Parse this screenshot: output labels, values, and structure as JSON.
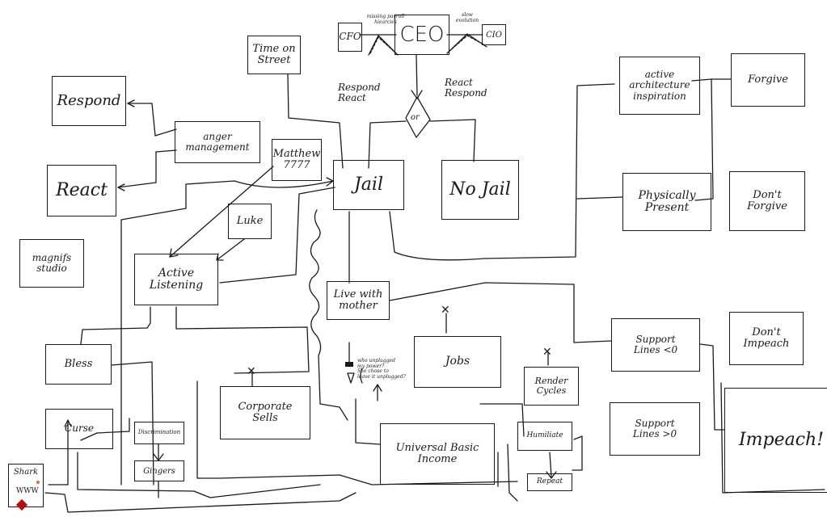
{
  "diagram": {
    "nodes": {
      "cfo": "CFO",
      "ceo": "CEO",
      "cio": "CIO",
      "time_on_street": "Time on\nStreet",
      "respond": "Respond",
      "react": "React",
      "anger_management": "anger\nmanagement",
      "matthew": "Matthew\n7777",
      "jail": "Jail",
      "no_jail": "No Jail",
      "luke": "Luke",
      "active_listening": "Active\nListening",
      "magnifs_studio": "magnifs\nstudio",
      "active_architecture": "active\narchitecture\ninspiration",
      "forgive": "Forgive",
      "physically_present": "Physically\nPresent",
      "dont_forgive": "Don't\nForgive",
      "live_with_mother": "Live with\nmother",
      "jobs": "Jobs",
      "support_lines_lt": "Support\nLines  <0",
      "support_lines_gt": "Support\nLines  >0",
      "dont_impeach": "Don't\nImpeach",
      "impeach": "Impeach!",
      "bless": "Bless",
      "curse": "Curse",
      "corporate_sells": "Corporate\nSells",
      "discrimination": "Discrimination",
      "gingers": "Gingers",
      "render_cycles": "Render\nCycles",
      "universal_basic_income": "Universal Basic\nIncome",
      "humiliate": "Humiliate",
      "repeat": "Repeat",
      "shark": "Shark"
    },
    "decision": {
      "label": "or"
    },
    "annotations": {
      "cfo_chain": "missing payroll\nhiearcies",
      "cio_chain": "slow\nevolution",
      "respond_react_left": "Respond\nReact",
      "react_respond_right": "React\nRespond",
      "plug_note": "who unplugged\nmy power?\nShe chose to\nleave it unplugged?"
    },
    "icons": [
      "chain-icon",
      "power-plug-icon",
      "shark-icon",
      "x-terminator-icon"
    ]
  }
}
